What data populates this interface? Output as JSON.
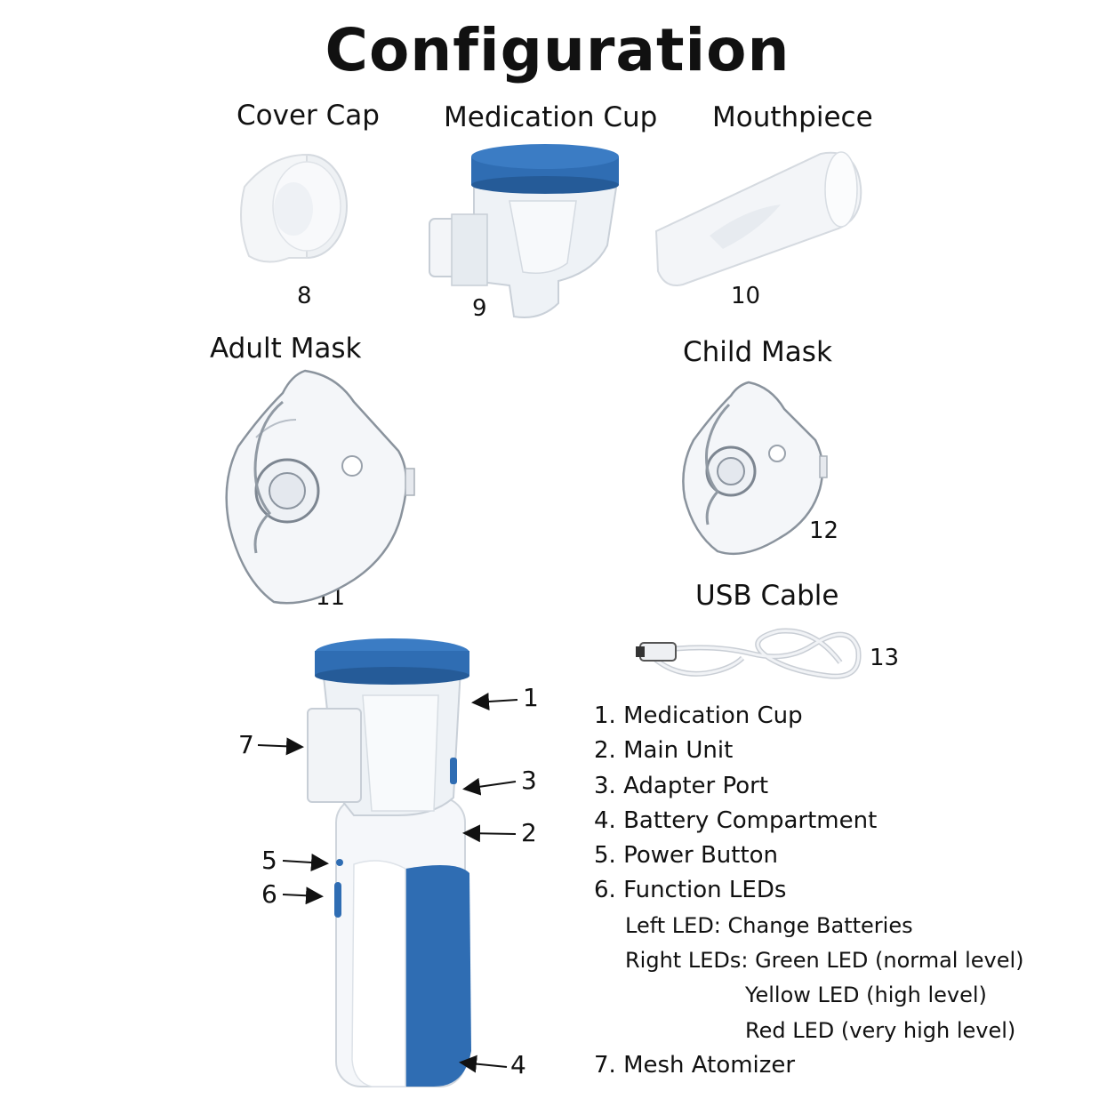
{
  "title": "Configuration",
  "parts": {
    "cover_cap": {
      "label": "Cover Cap",
      "number": "8"
    },
    "medication_cup": {
      "label": "Medication Cup",
      "number": "9"
    },
    "mouthpiece": {
      "label": "Mouthpiece",
      "number": "10"
    },
    "adult_mask": {
      "label": "Adult Mask",
      "number": "11"
    },
    "child_mask": {
      "label": "Child Mask",
      "number": "12"
    },
    "usb_cable": {
      "label": "USB Cable",
      "number": "13"
    }
  },
  "callouts": [
    "1",
    "2",
    "3",
    "4",
    "5",
    "6",
    "7"
  ],
  "legend": {
    "items": [
      "1. Medication Cup",
      "2. Main Unit",
      "3. Adapter Port",
      "4. Battery Compartment",
      "5. Power Button",
      "6. Function LEDs"
    ],
    "led_left": "Left LED: Change Batteries",
    "led_right_1": "Right LEDs: Green LED (normal level)",
    "led_right_2": "Yellow LED (high level)",
    "led_right_3": "Red LED (very high level)",
    "item_7": "7. Mesh Atomizer"
  },
  "colors": {
    "accent_blue": "#2f6db3",
    "plastic_white": "#f3f5f8",
    "translucent": "#e9edf2"
  }
}
